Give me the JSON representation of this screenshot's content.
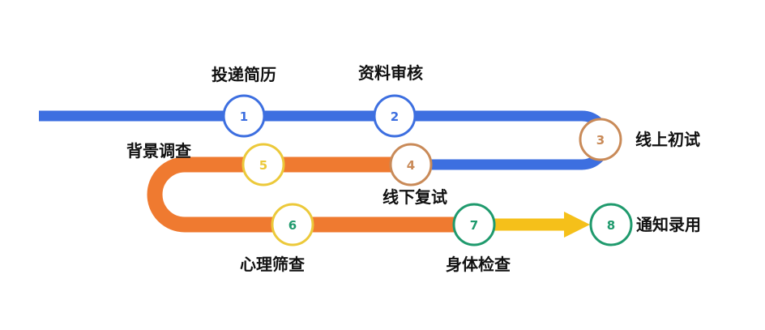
{
  "colors": {
    "track_blue": "#3d6fe0",
    "track_orange": "#ef7a30",
    "track_yellow": "#f5c01a",
    "node_blue": "#3d6fe0",
    "node_brown": "#c98a58",
    "node_yellow": "#ecc93a",
    "node_green": "#1f9a6d"
  },
  "steps": [
    {
      "num": "1",
      "label": "投递简历"
    },
    {
      "num": "2",
      "label": "资料审核"
    },
    {
      "num": "3",
      "label": "线上初试"
    },
    {
      "num": "4",
      "label": "线下复试"
    },
    {
      "num": "5",
      "label": "背景调查"
    },
    {
      "num": "6",
      "label": "心理筛查"
    },
    {
      "num": "7",
      "label": "身体检查"
    },
    {
      "num": "8",
      "label": "通知录用"
    }
  ]
}
